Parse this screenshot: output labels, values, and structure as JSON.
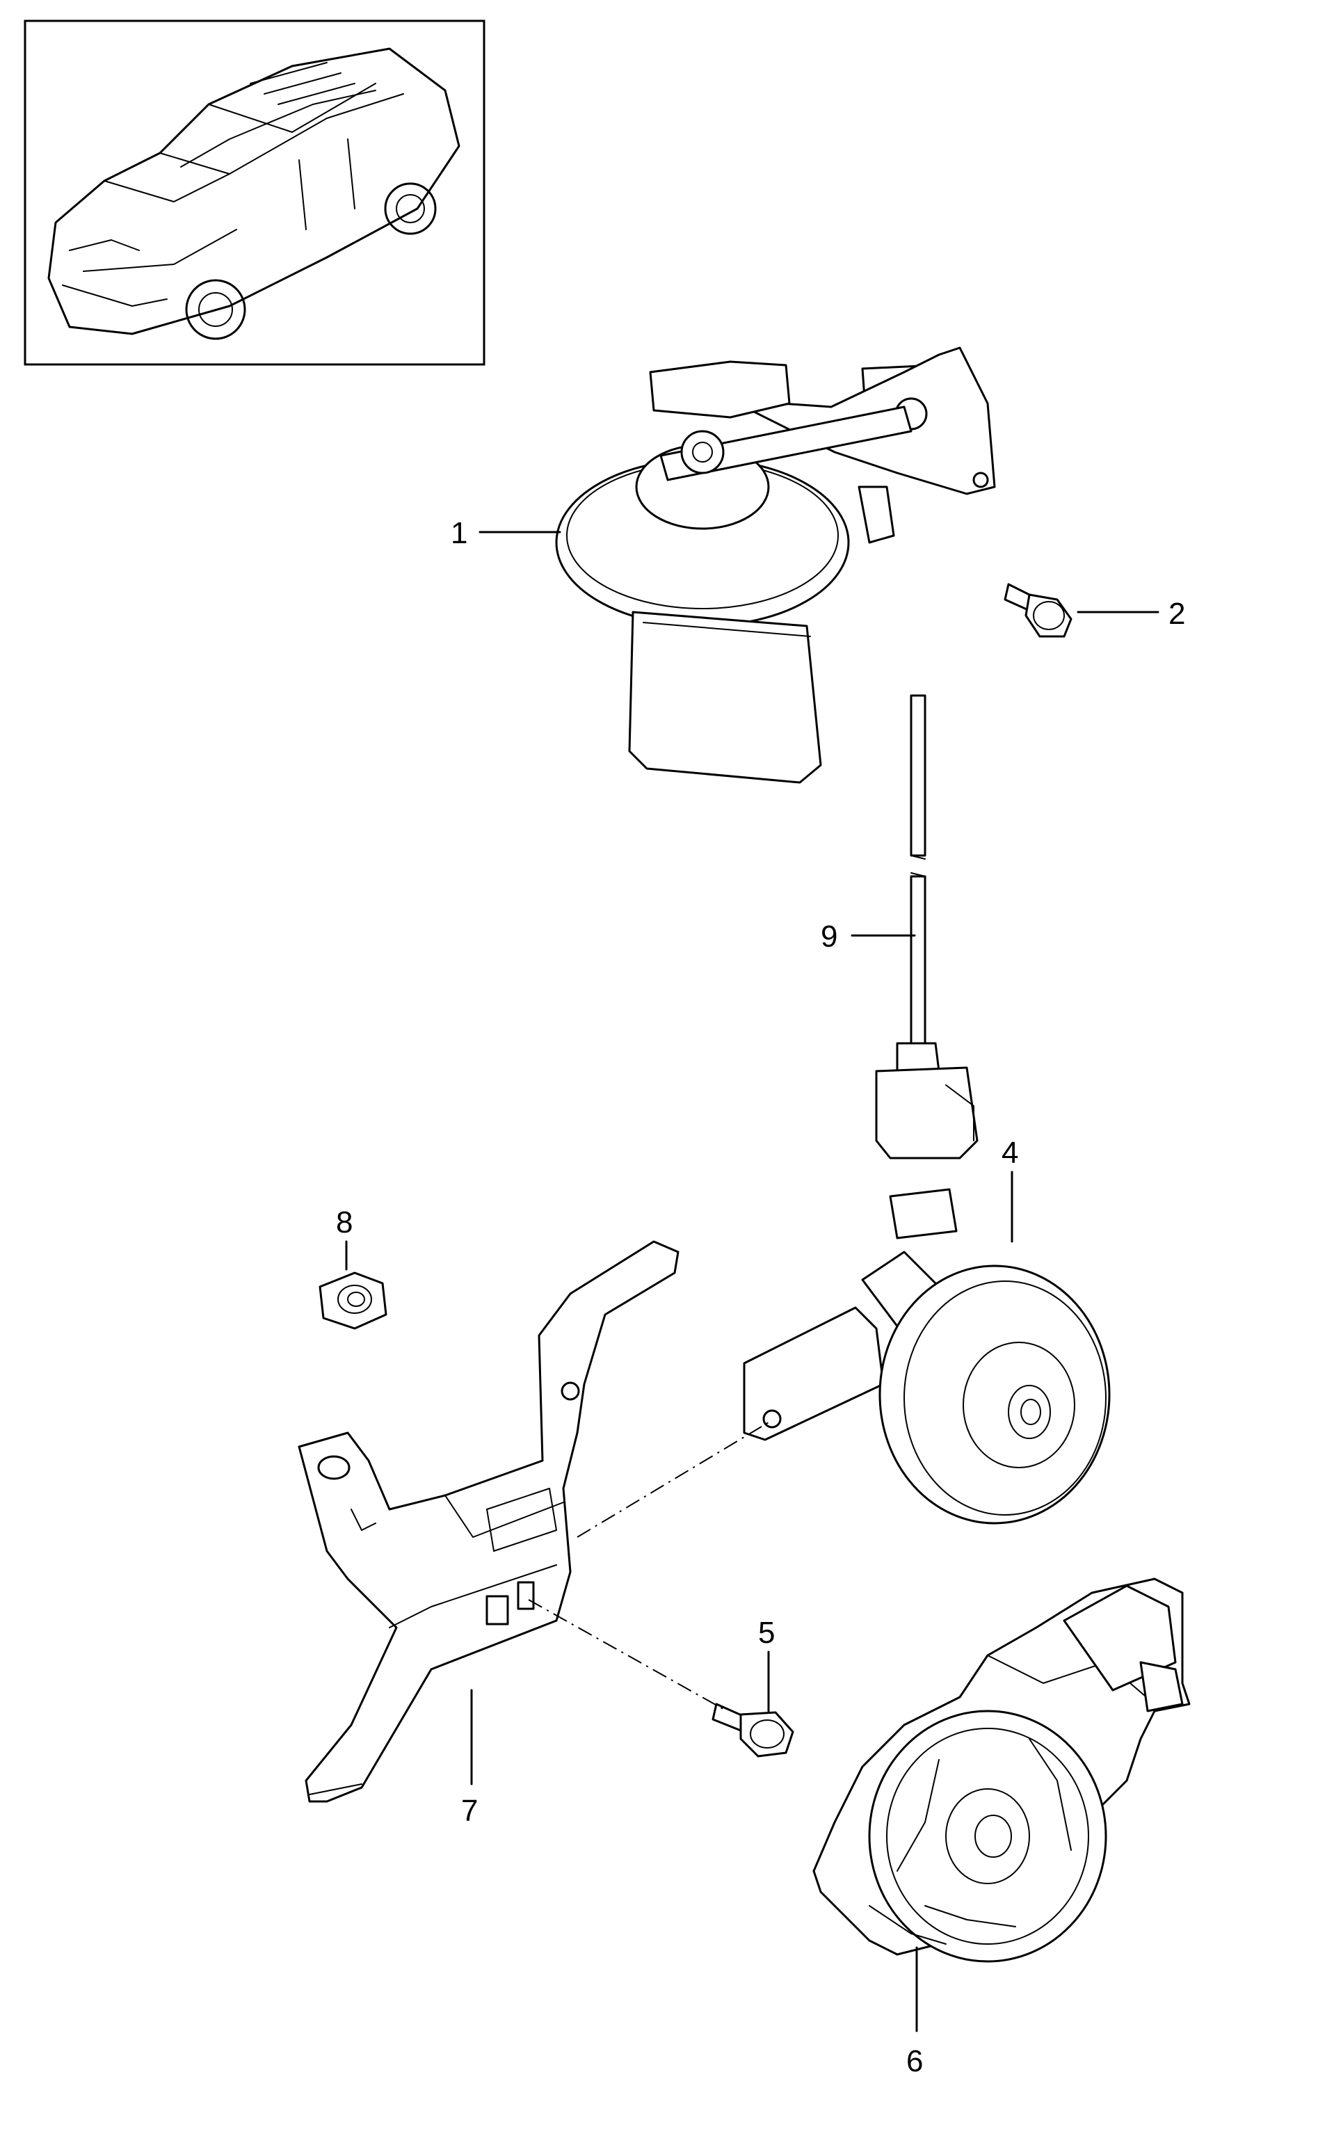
{
  "callouts": [
    {
      "id": "1",
      "text": "1"
    },
    {
      "id": "2",
      "text": "2"
    },
    {
      "id": "4",
      "text": "4"
    },
    {
      "id": "5",
      "text": "5"
    },
    {
      "id": "6",
      "text": "6"
    },
    {
      "id": "7",
      "text": "7"
    },
    {
      "id": "8",
      "text": "8"
    },
    {
      "id": "9",
      "text": "9"
    }
  ]
}
